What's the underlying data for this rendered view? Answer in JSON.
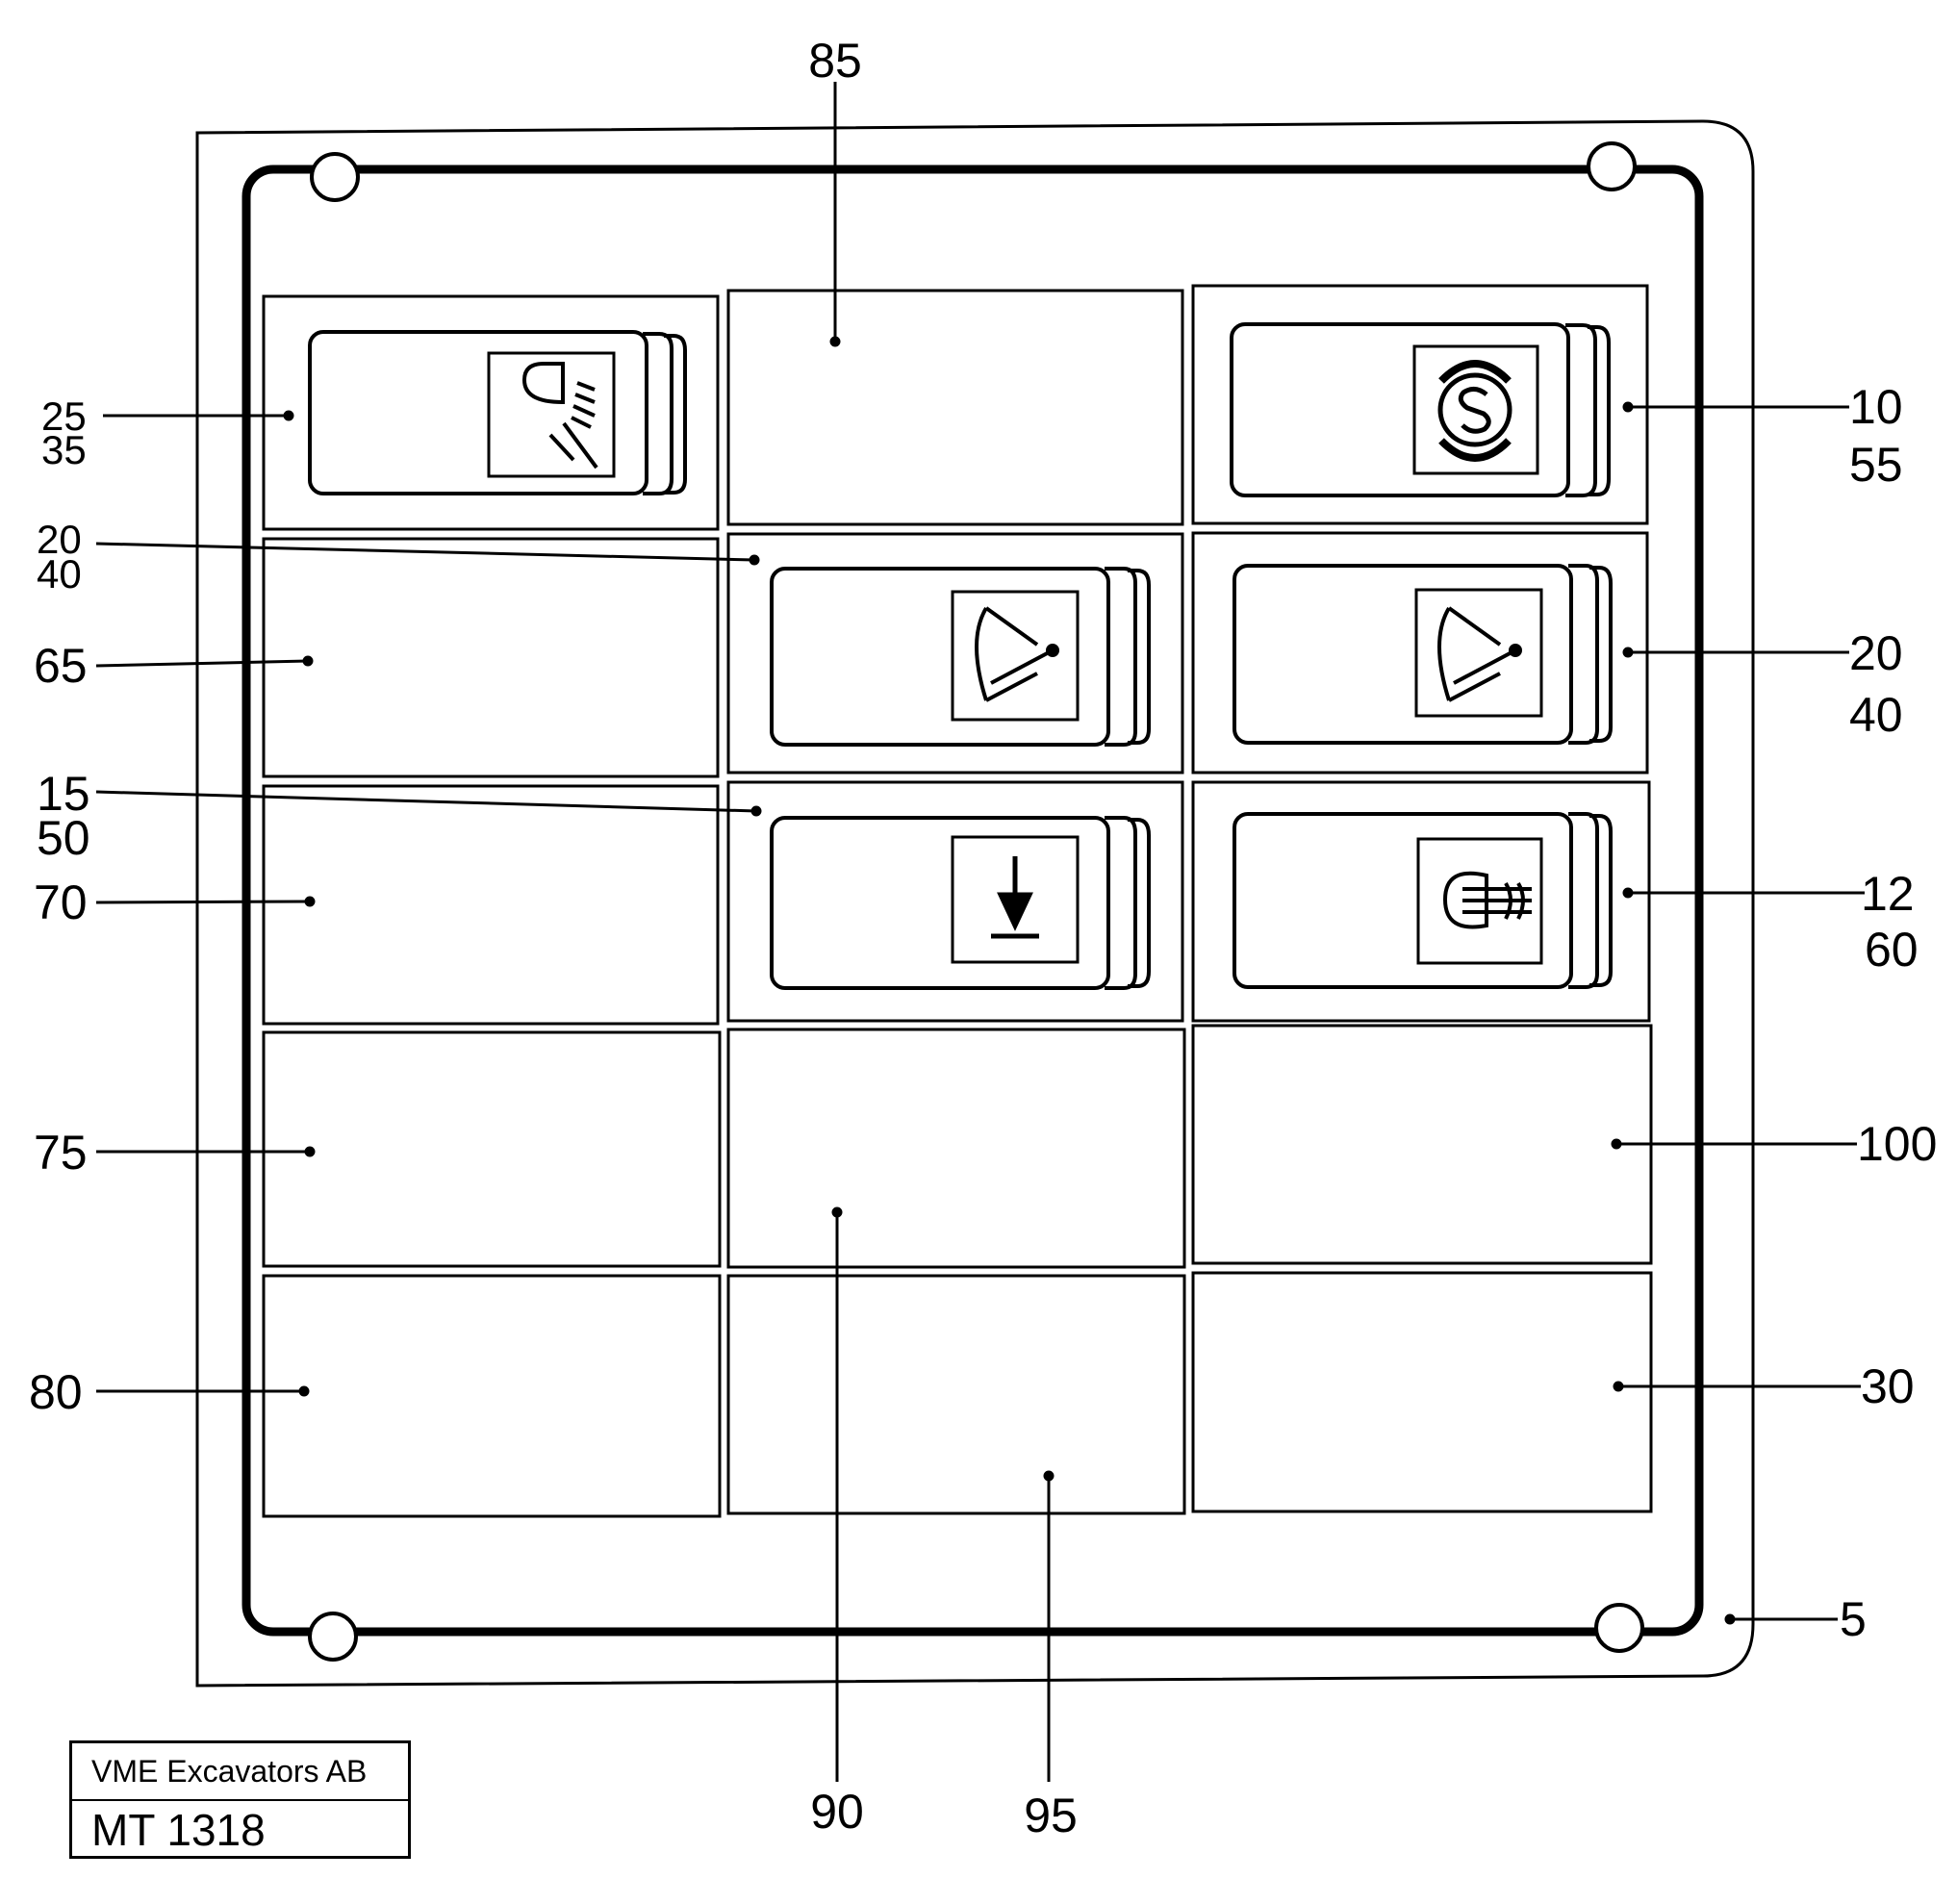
{
  "callouts": {
    "c85": "85",
    "c25": "25",
    "c35": "35",
    "c10": "10",
    "c55": "55",
    "c20a": "20",
    "c40a": "40",
    "c65": "65",
    "c20b": "20",
    "c40b": "40",
    "c15": "15",
    "c50": "50",
    "c70": "70",
    "c12": "12",
    "c60": "60",
    "c75": "75",
    "c100": "100",
    "c80": "80",
    "c30": "30",
    "c5": "5",
    "c90": "90",
    "c95": "95"
  },
  "caption": {
    "company": "VME Excavators AB",
    "code": "MT 1318"
  },
  "switch_icons": {
    "r1c1": "headlight-icon",
    "r1c3": "s-symbol-icon",
    "r2c2": "wiper-icon",
    "r2c3": "wiper-icon",
    "r3c2": "arrow-down-icon",
    "r3c3": "fog-light-icon"
  }
}
